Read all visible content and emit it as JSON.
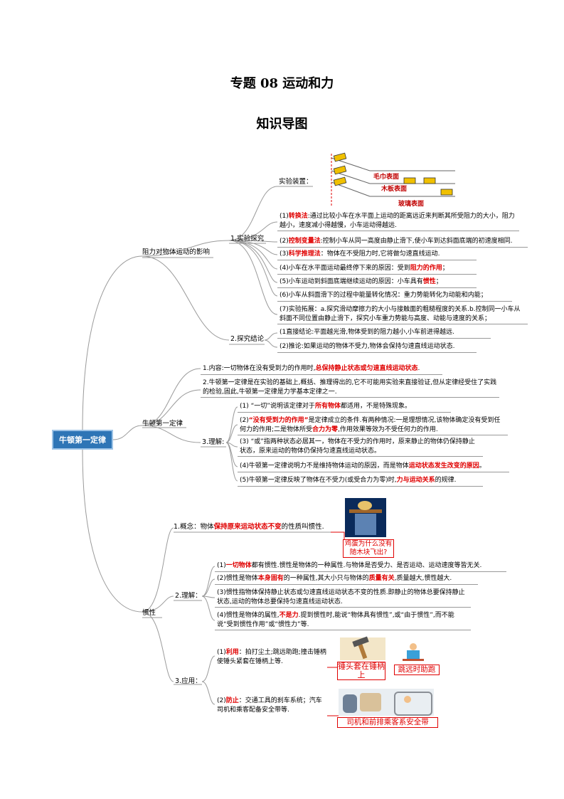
{
  "title": "专题 08  运动和力",
  "subtitle": "知识导图",
  "root": "牛顿第一定律",
  "b1": {
    "label": "阻力对物体运动的影响",
    "exp": {
      "label": "1.实验探究",
      "device": "实验装置：",
      "surfaces": [
        "毛巾表面",
        "木板表面",
        "玻璃表面"
      ],
      "i1": {
        "a": "(1)",
        "r": "转换法",
        "b": ":通过比较小车在水平面上运动的距离远近来判断其所受阻力的大小，阻力越小，速度减小得越慢，小车运动得越远."
      },
      "i2": {
        "a": "(2)",
        "r": "控制变量法",
        "b": ":控制小车从同一高度由静止滑下,使小车到达斜面底端的初速度相同."
      },
      "i3": {
        "a": "(3)",
        "r": "科学推理法",
        "b": "：物体在不受阻力时,它将做匀速直线运动."
      },
      "i4": {
        "a": "(4)小车在水平面运动最终停下来的原因：受到",
        "r": "阻力的作用",
        "b": "；"
      },
      "i5": {
        "a": "(5)小车运动到斜面底端继续运动的原因：小车具有",
        "r": "惯性",
        "b": "；"
      },
      "i6": "(6)小车从斜面滑下的过程中能量转化情况：重力势能转化为动能和内能；",
      "i7": "(7)实验拓展：a.探究滑动摩擦力的大小与接触面的粗糙程度的关系.b.控制同一小车从斜面不同位置由静止滑下，探究小车重力势能与高度、动能与速度的关系；"
    },
    "concl": {
      "label": "2.探究结论",
      "c1": "(1直接结论:平面越光滑,物体受到的阻力越小,小车前进得越远.",
      "c2": "(2)推论:如果运动的物体不受力,物体会保持匀速直线运动状态."
    }
  },
  "b2": {
    "label": "牛顿第一定律",
    "n1": {
      "a": "1.内容:一切物体在没有受到力的作用时,",
      "r": "总保持静止状态或匀速直线运动状态",
      "b": "."
    },
    "n2": "2.牛顿第一定律是在实验的基础上,概括、推理得出的,它不可能用实验来直接验证,但从定律经受住了实践的检验,固此,牛顿第一定律是力学基本定律之一.",
    "n3": {
      "label": "3.理解:",
      "u1": {
        "a": "(1) “一切”说明该定律对于",
        "r": "所有物体",
        "b": "都适用，不是特殊现象。"
      },
      "u2": {
        "a": "(2)",
        "r": "“没有受到力的作用”",
        "b": "是定律成立的条件.有两种情况:一是理想情况,该物体确定没有受到任何力的作用;二是物体所受",
        "r2": "合力为零",
        "c": ",作用效果等效为不受任何力的作用."
      },
      "u3": "(3) “或”指两种状态必居其一，物体在不受力的作用时，原来静止的物体仍保持静止状态，原来运动的物体仍保持匀速直线运动状态。",
      "u4": {
        "a": "(4)牛顿第一定律说明力不是维持物体运动的原因，而是物体",
        "r": "运动状态发生改变的原因",
        "b": "。"
      },
      "u5": {
        "a": "(5)牛顿第一定律反映了物体在不受力(或受合力为零)时,",
        "r": "力与运动关系",
        "b": "的规律."
      }
    }
  },
  "b3": {
    "label": "惯性",
    "g": {
      "label": "1.概念：",
      "a": "物体",
      "r": "保持原来运动状态不变",
      "b": "的性质叫惯性.",
      "caption": "鸡蛋为什么没有随木块飞出?"
    },
    "l": {
      "label": "2.理解：",
      "l1": {
        "a": "(1)",
        "r": "一切物体",
        "b": "都有惯性.惯性是物体的一种属性.与物体是否受力、是否运动、运动速度等皆无关."
      },
      "l2": {
        "a": "(2)惯性是物体",
        "r": "本身固有",
        "b": "的一种属性,其大小只与物体的",
        "r2": "质量有关",
        "c": ",质量越大,惯性越大."
      },
      "l3": "(3)惯性指物体保持静止状态或匀速直线运动状态不变的性质.即静止的物体总要保持静止状态,运动的物体总要保持匀速直线运动状态.",
      "l4": {
        "a": "(4)惯性是物体的属性,",
        "r": "不是力",
        "b": ".提到惯性时,能说“物体具有惯性”,或“由于惯性”,而不能说“受到惯性作用”或“惯性力”等."
      }
    },
    "app": {
      "label": "3.应用：",
      "a1": {
        "a": "(1)",
        "r": "利用",
        "b": "：拍打尘土;跳远助跑;撞击锤柄使锤头紧套在锤柄上等."
      },
      "a2": {
        "a": "(2)",
        "r": "防止",
        "b": "：交通工具的刹车系统；汽车司机和乘客配备安全带等."
      },
      "cap1": "锤头套在锤柄上",
      "cap2": "跳远时助跑",
      "cap3": "司机和前排乘客系安全带"
    }
  }
}
